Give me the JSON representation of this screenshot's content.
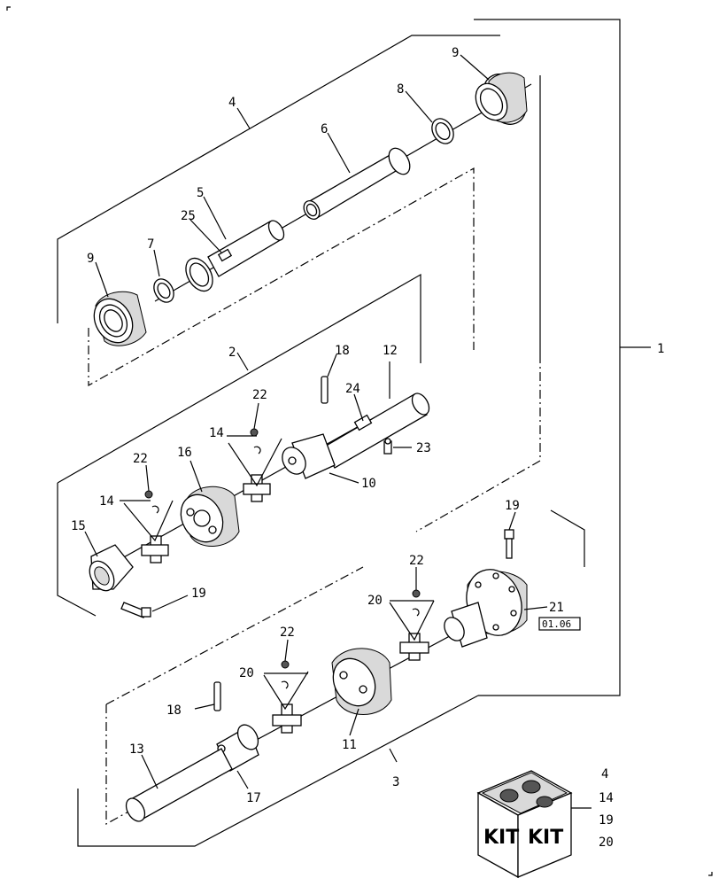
{
  "labels": {
    "l1": "1",
    "l2": "2",
    "l3": "3",
    "l4": "4",
    "l5": "5",
    "l6": "6",
    "l7": "7",
    "l8": "8",
    "l9a": "9",
    "l9b": "9",
    "l10": "10",
    "l11": "11",
    "l12": "12",
    "l13": "13",
    "l14a": "14",
    "l14b": "14",
    "l15": "15",
    "l16": "16",
    "l17": "17",
    "l18a": "18",
    "l18b": "18",
    "l19a": "19",
    "l19b": "19",
    "l20a": "20",
    "l20b": "20",
    "l21": "21",
    "l22a": "22",
    "l22b": "22",
    "l22c": "22",
    "l22d": "22",
    "l23": "23",
    "l24": "24",
    "l25": "25"
  },
  "date_code": "01.06",
  "kit": {
    "word_left": "KIT",
    "word_right": "KIT",
    "items": [
      "4",
      "14",
      "19",
      "20"
    ]
  }
}
